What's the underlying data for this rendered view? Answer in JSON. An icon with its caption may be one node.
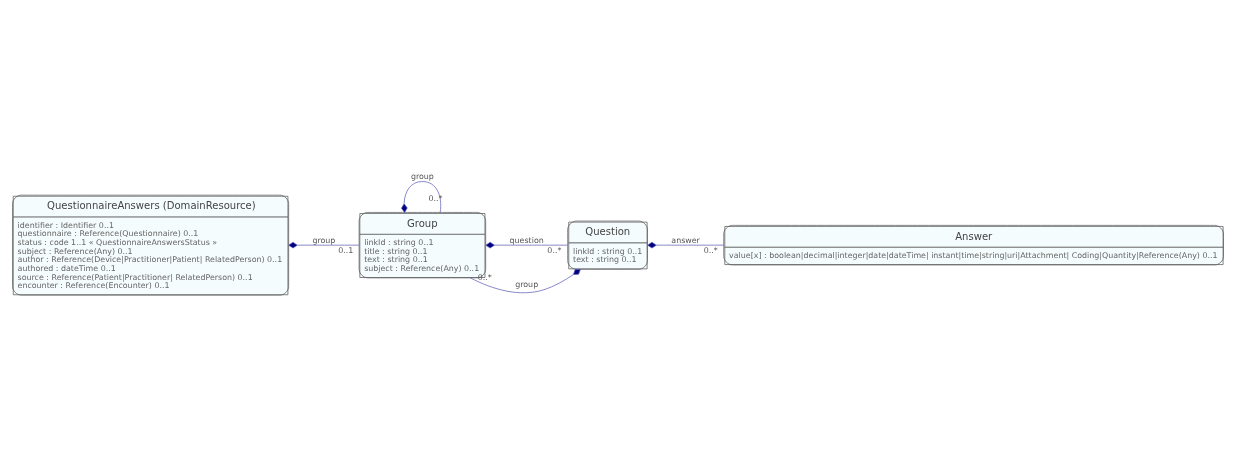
{
  "diagram": {
    "nodes": [
      {
        "text": [
          "QuestionnaireAnswers (DomainResource)",
          "identifier : Identifier 0..1",
          "questionnaire : Reference(Questionnaire) 0..1",
          "status : code 1..1 « QuestionnaireAnswersStatus »",
          "subject : Reference(Any) 0..1",
          "author : Reference(Device|Practitioner|Patient| RelatedPerson) 0..1",
          "authored : dateTime 0..1",
          "source : Reference(Patient|Practitioner| RelatedPerson) 0..1",
          "encounter : Reference(Encounter) 0..1"
        ]
      },
      {
        "text": [
          "Group",
          "linkId : string 0..1",
          "title : string 0..1",
          "text : string 0..1",
          "subject : Reference(Any) 0..1"
        ]
      },
      {
        "text": [
          "Question",
          "linkId : string 0..1",
          "text : string 0..1"
        ]
      },
      {
        "text": [
          "Answer",
          "value[x] : boolean|decimal|integer|date|dateTime| instant|time|string|uri|Attachment| Coding|Quantity|Reference(Any) 0..1"
        ]
      }
    ],
    "edges": [
      {
        "from": 0,
        "to": 1,
        "arrow": "other",
        "label": "group"
      },
      {
        "from": 1,
        "to": 1,
        "arrow": "other",
        "label": "group"
      },
      {
        "from": 2,
        "to": 1,
        "arrow": "other",
        "label": "group"
      },
      {
        "from": 1,
        "to": 2,
        "arrow": "other",
        "label": "question"
      },
      {
        "from": 2,
        "to": 3,
        "arrow": "other",
        "label": "answer"
      }
    ],
    "labels": [
      "0..1",
      "0..*",
      "0..*",
      "0..*",
      "0..*"
    ]
  }
}
